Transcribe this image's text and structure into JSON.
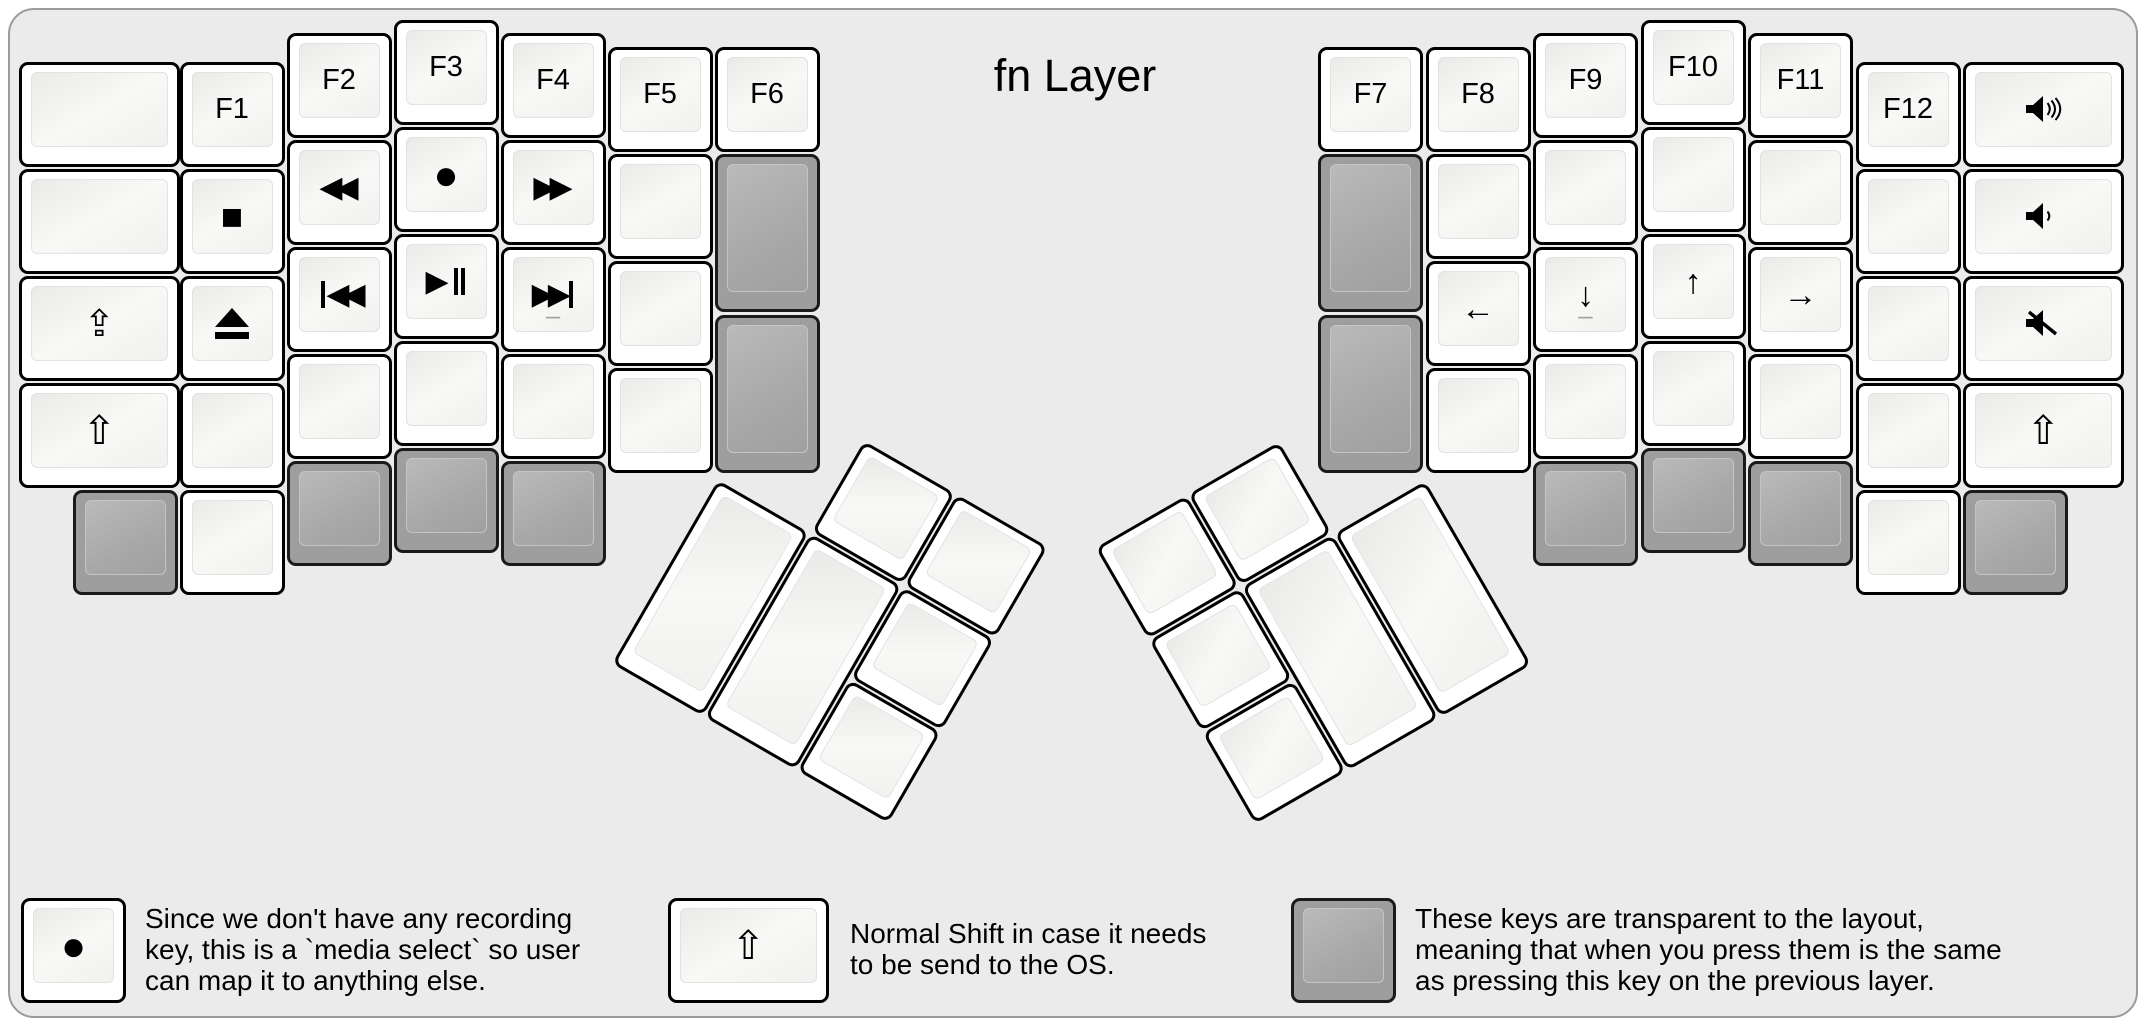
{
  "title": "fn Layer",
  "keys": {
    "f1": "F1",
    "f2": "F2",
    "f3": "F3",
    "f4": "F4",
    "f5": "F5",
    "f6": "F6",
    "f7": "F7",
    "f8": "F8",
    "f9": "F9",
    "f10": "F10",
    "f11": "F11",
    "f12": "F12",
    "stop": "■",
    "record": "●",
    "rewind": "◀◀",
    "fast_forward": "▶▶",
    "play_symbol": "▶",
    "prev_symbol": "◀◀",
    "next_symbol": "▶▶",
    "caps_lock": "⇪",
    "shift": "⇧",
    "arrow_left": "←",
    "arrow_down": "↓",
    "arrow_up": "↑",
    "arrow_right": "→",
    "sub_dash": "–"
  },
  "icons": {
    "eject": "eject-icon",
    "previous_track": "previous-track-icon",
    "play_pause": "play-pause-icon",
    "next_track": "next-track-icon",
    "volume_up": "volume-up-icon",
    "volume_down": "volume-down-icon",
    "mute": "volume-mute-icon"
  },
  "legend": [
    {
      "key_type": "white",
      "icon": "record-dot-icon",
      "text": [
        "Since we don't have any recording",
        "key, this is a `media select` so user",
        "can map it to anything else."
      ]
    },
    {
      "key_type": "white-wide",
      "icon": "shift-icon",
      "text": [
        "Normal Shift in case it needs",
        "to be send to the OS."
      ]
    },
    {
      "key_type": "gray",
      "icon": "",
      "text": [
        "These keys are transparent to the layout,",
        "meaning that when you press them is the same",
        "as pressing this key on the previous layer."
      ]
    }
  ],
  "colors": {
    "background": "#ebebeb",
    "canvas": "#ffffff",
    "frame_border": "#9b9b9b",
    "key_border": "#000000",
    "key_white": "#ffffff",
    "key_gray": "#9e9e9e",
    "sub_legend": "#a5a5a5",
    "text": "#000000"
  }
}
